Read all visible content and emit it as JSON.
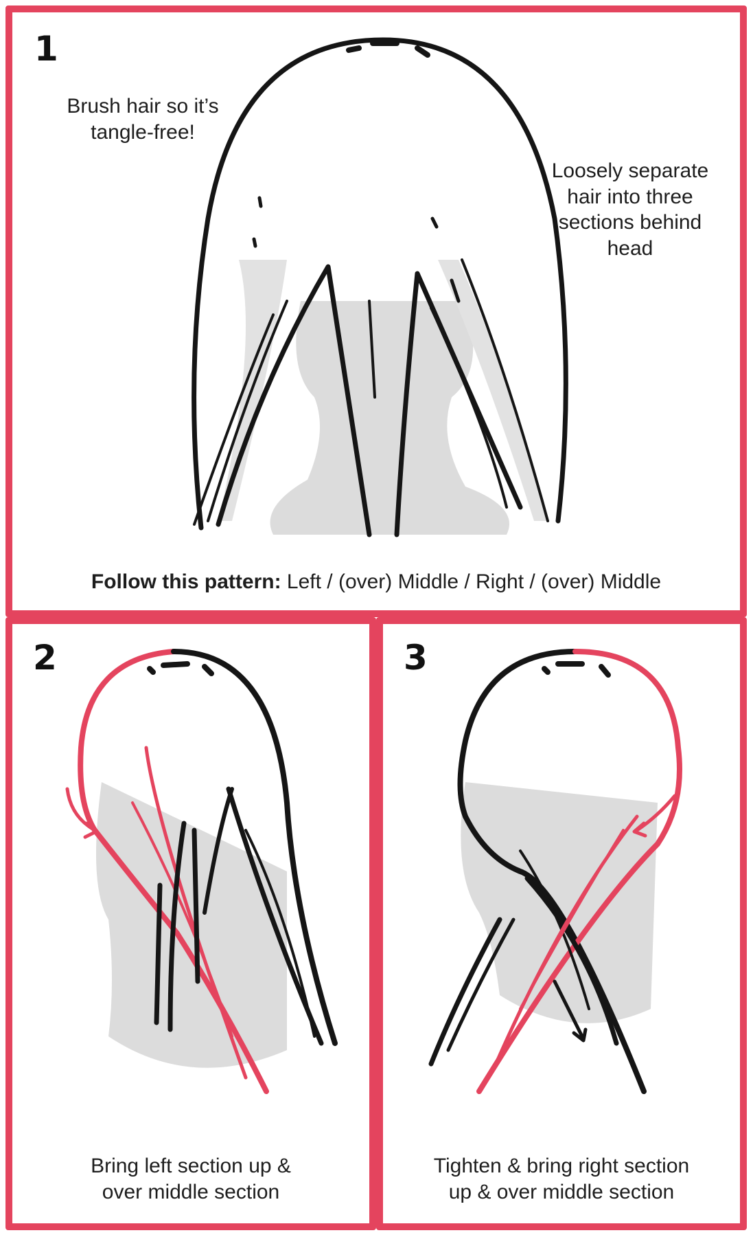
{
  "colors": {
    "accent": "#e4445e",
    "ink": "#151515",
    "shadow": "#d4d4d4"
  },
  "panel1": {
    "step": "1",
    "note_left_line1": "Brush hair so it’s",
    "note_left_line2": "tangle-free!",
    "note_right_line1": "Loosely separate",
    "note_right_line2": "hair into three",
    "note_right_line3": "sections behind",
    "note_right_line4": "head",
    "pattern_label": "Follow this pattern:",
    "pattern_text": "Left / (over) Middle / Right / (over) Middle"
  },
  "panel2": {
    "step": "2",
    "caption_line1": "Bring left section up &",
    "caption_line2": "over middle section"
  },
  "panel3": {
    "step": "3",
    "caption_line1": "Tighten & bring right section",
    "caption_line2": "up & over middle section"
  }
}
